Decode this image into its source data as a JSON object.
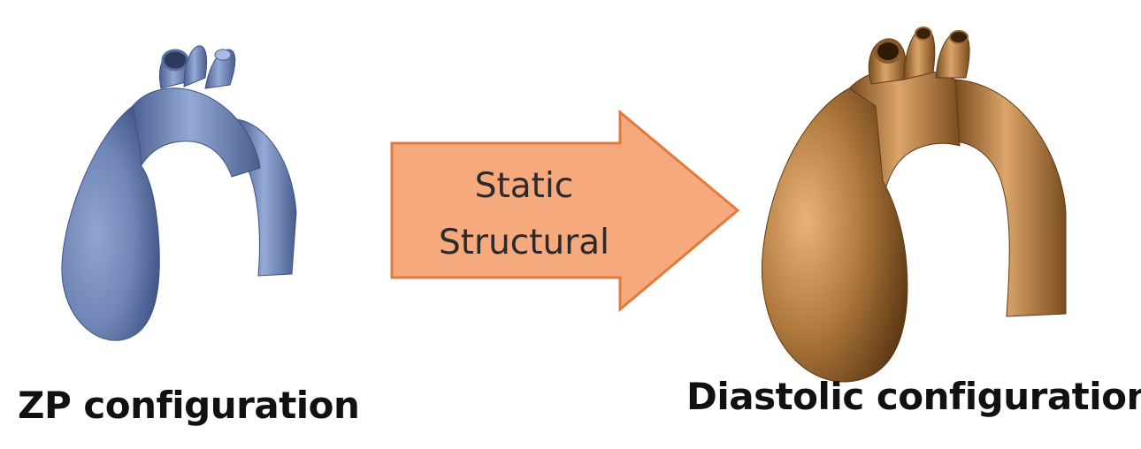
{
  "left_model": {
    "caption": "ZP configuration",
    "color": "#6f86b6"
  },
  "arrow": {
    "line1": "Static",
    "line2": "Structural",
    "fill_color": "#f6a97c",
    "border_color": "#e27a3c"
  },
  "right_model": {
    "caption": "Diastolic configuration",
    "color": "#b27a3e"
  }
}
